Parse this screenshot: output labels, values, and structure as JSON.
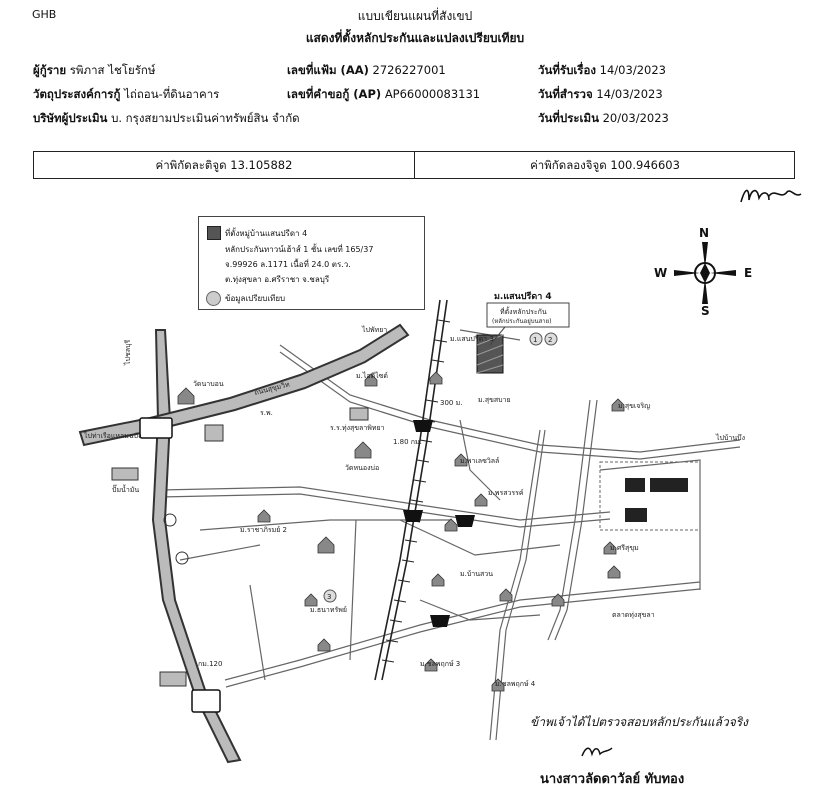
{
  "header": {
    "corner": "GHB",
    "title": "แบบเขียนแผนที่สังเขป",
    "subtitle": "แสดงที่ตั้งหลักประกันและแปลงเปรียบเทียบ"
  },
  "info": {
    "borrower_label": "ผู้กู้ราย",
    "borrower": "รพิภาส ไชโยรักษ์",
    "file_label": "เลขที่แฟ้ม (AA)",
    "file_no": "2726227001",
    "received_label": "วันที่รับเรื่อง",
    "received_date": "14/03/2023",
    "purpose_label": "วัตถุประสงค์การกู้",
    "purpose": "ไถ่ถอน-ที่ดินอาคาร",
    "request_label": "เลขที่คำขอกู้ (AP)",
    "request_no": "AP66000083131",
    "survey_label": "วันที่สำรวจ",
    "survey_date": "14/03/2023",
    "company_label": "บริษัทผู้ประเมิน",
    "company": "บ. กรุงสยามประเมินค่าทรัพย์สิน จำกัด",
    "appraisal_label": "วันที่ประเมิน",
    "appraisal_date": "20/03/2023"
  },
  "coords": {
    "lat_label": "ค่าพิกัดละติจูด",
    "lat": "13.105882",
    "lon_label": "ค่าพิกัดลองจิจูด",
    "lon": "100.946603"
  },
  "legend": {
    "item1": "ที่ตั้งหมู่บ้านแสนปรีดา 4",
    "item2": "หลักประกันทาวน์เฮ้าส์ 1 ชั้น เลขที่ 165/37",
    "item3": "จ.99926  ล.1171  เนื้อที่ 24.0 ตร.ว.",
    "item4": "ต.ทุ่งสุขลา  อ.ศรีราชา  จ.ชลบุรี",
    "item5": "ข้อมูลเปรียบเทียบ"
  },
  "compass": {
    "n": "N",
    "s": "S",
    "e": "E",
    "w": "W"
  },
  "map_labels": {
    "project": "ม.แสนปรีดา 4",
    "collateral": "ที่ตั้งหลักประกัน",
    "collateral_sub": "(หลักประกันอยู่บนสาย)",
    "to_chonburi": "ไปชลบุรี",
    "to_pattaya": "ไปพัทยา",
    "to_laemchabang": "ไปท่าเรือแหลมฉบัง",
    "to_banbueng": "ไปบ้านบึง",
    "sukhumvit": "ถนนสุขุมวิท",
    "wat": "วัดนาบอน",
    "hospital": "ร.พ.",
    "school": "ร.ร.ทุ่งสุขลาพิทยา",
    "market": "ตลาดทุ่งสุขลา",
    "temple2": "วัดหนองบ่อ",
    "r1": "ม.ไอดีไซด์",
    "r2": "ม.แสนปรีดา 3",
    "r3": "ม.สุขสบาย",
    "r4": "ม.พาเลซวิลล์",
    "r5": "ม.ราชาภิรมย์ 2",
    "r6": "ม.พรสวรรค์",
    "r7": "ม.บ้านสวน",
    "r8": "ม.สุขเจริญ",
    "r9": "ม.ชลพฤกษ์ 3",
    "r10": "ม.ชลพฤกษ์ 4",
    "r11": "ม.ธนาทรัพย์",
    "r12": "ม.ศรีสุขุม",
    "km": "กม.120",
    "gas": "ปั๊มน้ำมัน",
    "mark3": "3",
    "mark1": "1",
    "mark2": "2",
    "dist1": "300 ม.",
    "dist2": "1.80 กม."
  },
  "signature": {
    "note": "ข้าพเจ้าได้ไปตรวจสอบหลักประกันแล้วจริง",
    "name": "นางสาวลัดดาวัลย์  ทับทอง"
  }
}
